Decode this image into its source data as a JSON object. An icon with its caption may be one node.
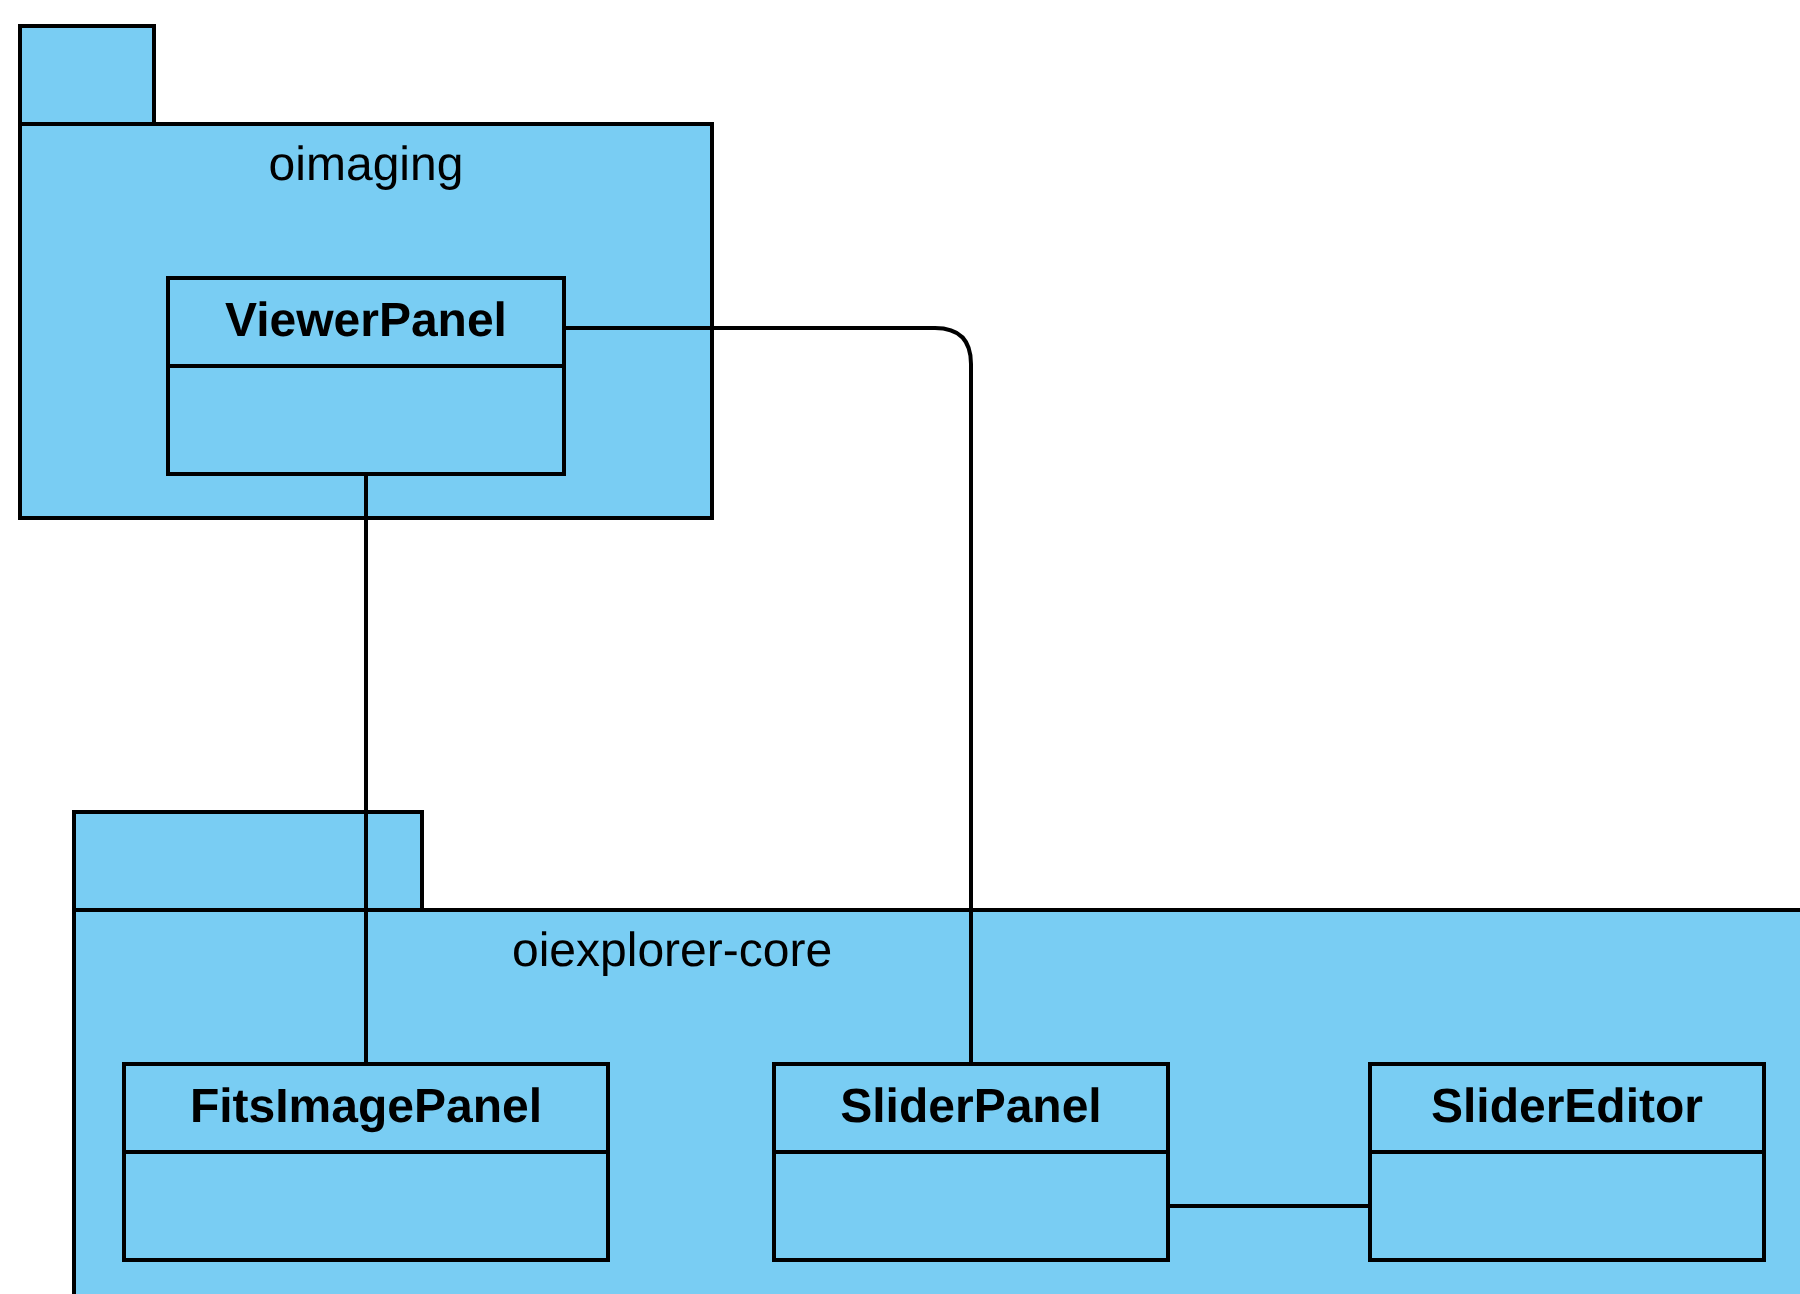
{
  "diagram": {
    "nodes": [
      {
        "text": [
          "oimaging"
        ]
      },
      {
        "text": [
          "ViewerPanel"
        ],
        "in": 0
      },
      {
        "text": [
          "oiexplorer-core"
        ]
      },
      {
        "text": [
          "FitsImagePanel"
        ],
        "in": 2
      },
      {
        "text": [
          "SliderPanel"
        ],
        "in": 2
      },
      {
        "text": [
          "SliderEditor"
        ],
        "in": 2
      }
    ],
    "edges": [
      {
        "from": 1,
        "to": 3,
        "arrow": "none"
      },
      {
        "from": 1,
        "to": 4,
        "arrow": "none"
      },
      {
        "from": 4,
        "to": 5,
        "arrow": "none"
      }
    ]
  }
}
